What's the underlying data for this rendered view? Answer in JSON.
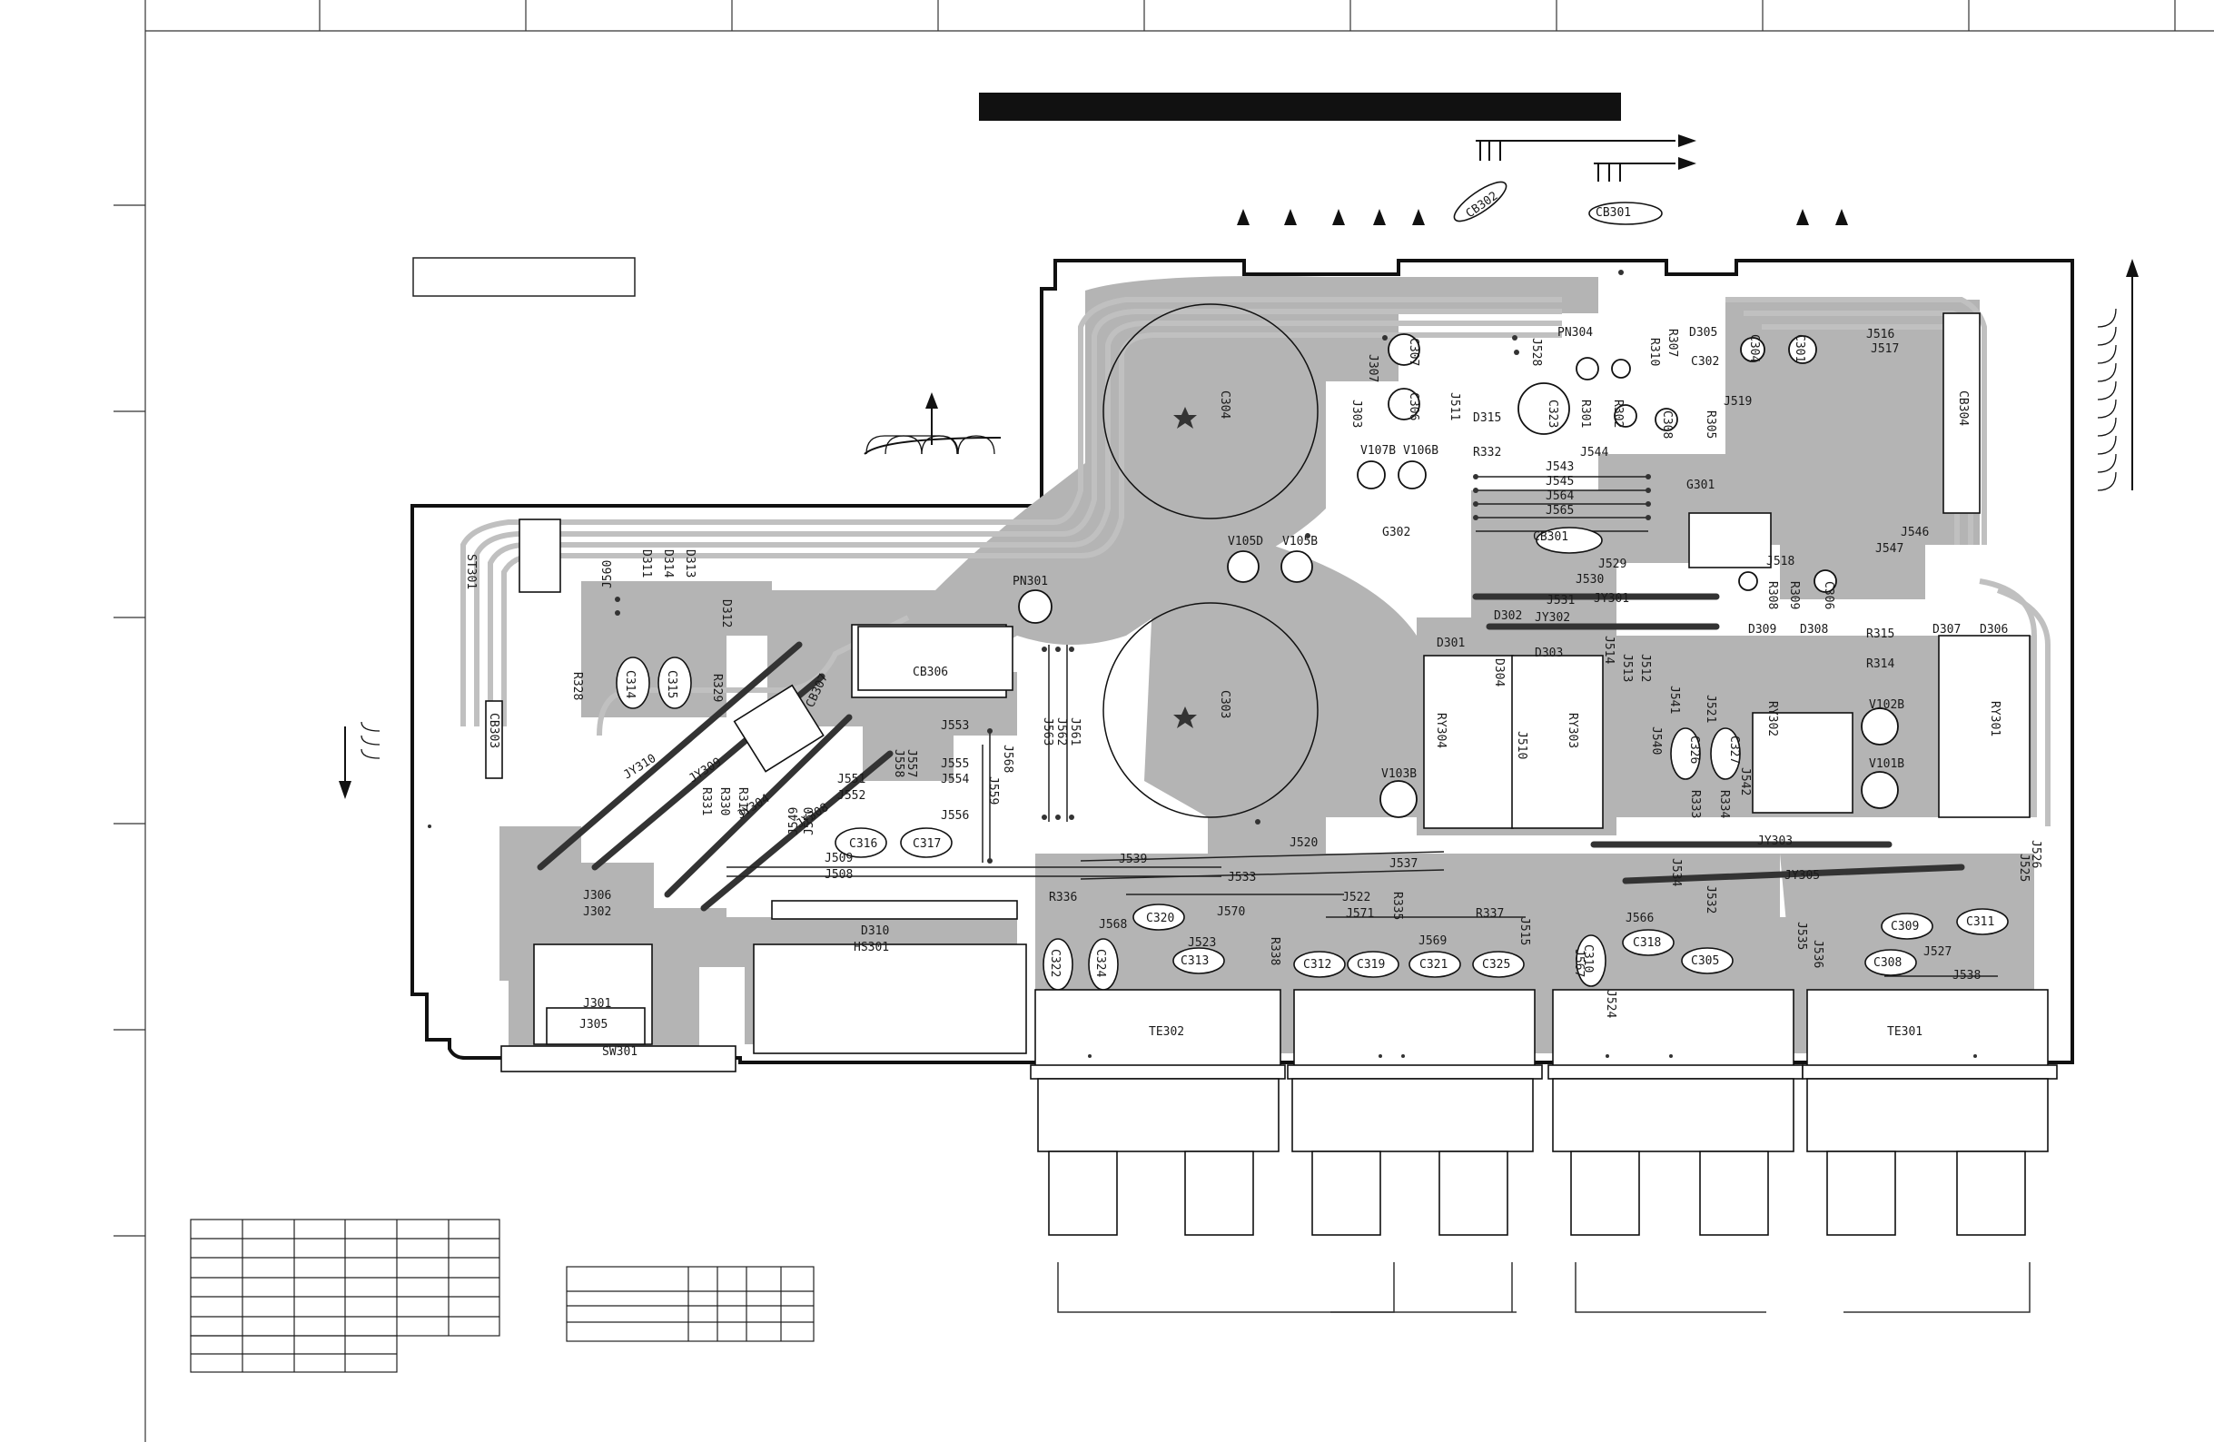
{
  "board_labels": [
    {
      "id": "st301",
      "text": "ST301"
    },
    {
      "id": "cb303",
      "text": "CB303"
    },
    {
      "id": "j560",
      "text": "J560"
    },
    {
      "id": "d311",
      "text": "D311"
    },
    {
      "id": "d314",
      "text": "D314"
    },
    {
      "id": "d313",
      "text": "D313"
    },
    {
      "id": "d312",
      "text": "D312"
    },
    {
      "id": "r328",
      "text": "R328"
    },
    {
      "id": "c314",
      "text": "C314"
    },
    {
      "id": "c315",
      "text": "C315"
    },
    {
      "id": "r329",
      "text": "R329"
    },
    {
      "id": "cb306",
      "text": "CB306"
    },
    {
      "id": "pn301",
      "text": "PN301"
    },
    {
      "id": "cb307",
      "text": "CB307"
    },
    {
      "id": "jy310",
      "text": "JY310"
    },
    {
      "id": "jy309",
      "text": "JY309"
    },
    {
      "id": "jy304",
      "text": "JY304"
    },
    {
      "id": "jy308",
      "text": "JY308"
    },
    {
      "id": "r331",
      "text": "R331"
    },
    {
      "id": "r330",
      "text": "R330"
    },
    {
      "id": "r316",
      "text": "R316"
    },
    {
      "id": "j549",
      "text": "J549"
    },
    {
      "id": "j550",
      "text": "J550"
    },
    {
      "id": "j551",
      "text": "J551"
    },
    {
      "id": "j552",
      "text": "J552"
    },
    {
      "id": "j557",
      "text": "J557"
    },
    {
      "id": "j558",
      "text": "J558"
    },
    {
      "id": "j553",
      "text": "J553"
    },
    {
      "id": "j554",
      "text": "J554"
    },
    {
      "id": "j555",
      "text": "J555"
    },
    {
      "id": "j556",
      "text": "J556"
    },
    {
      "id": "j559",
      "text": "J559"
    },
    {
      "id": "j568",
      "text": "J568"
    },
    {
      "id": "j563",
      "text": "J563"
    },
    {
      "id": "j562",
      "text": "J562"
    },
    {
      "id": "j561",
      "text": "J561"
    },
    {
      "id": "c316",
      "text": "C316"
    },
    {
      "id": "c317",
      "text": "C317"
    },
    {
      "id": "j509",
      "text": "J509"
    },
    {
      "id": "j508",
      "text": "J508"
    },
    {
      "id": "j306",
      "text": "J306"
    },
    {
      "id": "j302",
      "text": "J302"
    },
    {
      "id": "j301",
      "text": "J301"
    },
    {
      "id": "j305",
      "text": "J305"
    },
    {
      "id": "sw301",
      "text": "SW301"
    },
    {
      "id": "d310",
      "text": "D310"
    },
    {
      "id": "hs301",
      "text": "HS301"
    },
    {
      "id": "c304",
      "text": "C304"
    },
    {
      "id": "c303",
      "text": "C303"
    },
    {
      "id": "v105d",
      "text": "V105D"
    },
    {
      "id": "v105b",
      "text": "V105B"
    },
    {
      "id": "g302",
      "text": "G302"
    },
    {
      "id": "j307",
      "text": "J307"
    },
    {
      "id": "j303",
      "text": "J303"
    },
    {
      "id": "c307",
      "text": "C307"
    },
    {
      "id": "c306",
      "text": "C306"
    },
    {
      "id": "j511",
      "text": "J511"
    },
    {
      "id": "cb302",
      "text": "CB302"
    },
    {
      "id": "cb301",
      "text": "CB301"
    },
    {
      "id": "j528",
      "text": "J528"
    },
    {
      "id": "pn304",
      "text": "PN304"
    },
    {
      "id": "c323",
      "text": "C323"
    },
    {
      "id": "r301",
      "text": "R301"
    },
    {
      "id": "r302",
      "text": "R302"
    },
    {
      "id": "d315",
      "text": "D315"
    },
    {
      "id": "r332",
      "text": "R332"
    },
    {
      "id": "v107b",
      "text": "V107B"
    },
    {
      "id": "v106b",
      "text": "V106B"
    },
    {
      "id": "j544",
      "text": "J544"
    },
    {
      "id": "j543",
      "text": "J543"
    },
    {
      "id": "j545",
      "text": "J545"
    },
    {
      "id": "j564",
      "text": "J564"
    },
    {
      "id": "j565",
      "text": "J565"
    },
    {
      "id": "r310",
      "text": "R310"
    },
    {
      "id": "r307",
      "text": "R307"
    },
    {
      "id": "d305",
      "text": "D305"
    },
    {
      "id": "c302",
      "text": "C302"
    },
    {
      "id": "c304b",
      "text": "C304"
    },
    {
      "id": "c301",
      "text": "C301"
    },
    {
      "id": "c308",
      "text": "C308"
    },
    {
      "id": "r305",
      "text": "R305"
    },
    {
      "id": "j519",
      "text": "J519"
    },
    {
      "id": "j516",
      "text": "J516"
    },
    {
      "id": "j517",
      "text": "J517"
    },
    {
      "id": "cb304",
      "text": "CB304"
    },
    {
      "id": "g301",
      "text": "G301"
    },
    {
      "id": "cb301b",
      "text": "CB301"
    },
    {
      "id": "j529",
      "text": "J529"
    },
    {
      "id": "j530",
      "text": "J530"
    },
    {
      "id": "j531",
      "text": "J531"
    },
    {
      "id": "jy301",
      "text": "JY301"
    },
    {
      "id": "d302",
      "text": "D302"
    },
    {
      "id": "jy302",
      "text": "JY302"
    },
    {
      "id": "d301",
      "text": "D301"
    },
    {
      "id": "d303",
      "text": "D303"
    },
    {
      "id": "d304",
      "text": "D304"
    },
    {
      "id": "j514",
      "text": "J514"
    },
    {
      "id": "j513",
      "text": "J513"
    },
    {
      "id": "j512",
      "text": "J512"
    },
    {
      "id": "ry304",
      "text": "RY304"
    },
    {
      "id": "j510",
      "text": "J510"
    },
    {
      "id": "ry303",
      "text": "RY303"
    },
    {
      "id": "v103b",
      "text": "V103B"
    },
    {
      "id": "j546",
      "text": "J546"
    },
    {
      "id": "j547",
      "text": "J547"
    },
    {
      "id": "j518",
      "text": "J518"
    },
    {
      "id": "r308",
      "text": "R308"
    },
    {
      "id": "r309",
      "text": "R309"
    },
    {
      "id": "c306b",
      "text": "C306"
    },
    {
      "id": "d309",
      "text": "D309"
    },
    {
      "id": "d308",
      "text": "D308"
    },
    {
      "id": "r315",
      "text": "R315"
    },
    {
      "id": "d307",
      "text": "D307"
    },
    {
      "id": "d306",
      "text": "D306"
    },
    {
      "id": "r314",
      "text": "R314"
    },
    {
      "id": "v102b",
      "text": "V102B"
    },
    {
      "id": "v101b",
      "text": "V101B"
    },
    {
      "id": "ry302",
      "text": "RY302"
    },
    {
      "id": "ry301",
      "text": "RY301"
    },
    {
      "id": "j541",
      "text": "J541"
    },
    {
      "id": "j540",
      "text": "J540"
    },
    {
      "id": "c326",
      "text": "C326"
    },
    {
      "id": "c327",
      "text": "C327"
    },
    {
      "id": "j521",
      "text": "J521"
    },
    {
      "id": "j542",
      "text": "J542"
    },
    {
      "id": "r333",
      "text": "R333"
    },
    {
      "id": "r334",
      "text": "R334"
    },
    {
      "id": "j520",
      "text": "J520"
    },
    {
      "id": "j539",
      "text": "J539"
    },
    {
      "id": "j537",
      "text": "J537"
    },
    {
      "id": "j533",
      "text": "J533"
    },
    {
      "id": "jy303",
      "text": "JY303"
    },
    {
      "id": "jy305",
      "text": "JY305"
    },
    {
      "id": "j526",
      "text": "J526"
    },
    {
      "id": "j525",
      "text": "J525"
    },
    {
      "id": "j534",
      "text": "J534"
    },
    {
      "id": "j532",
      "text": "J532"
    },
    {
      "id": "r336",
      "text": "R336"
    },
    {
      "id": "c320",
      "text": "C320"
    },
    {
      "id": "j570",
      "text": "J570"
    },
    {
      "id": "j522",
      "text": "J522"
    },
    {
      "id": "j571",
      "text": "J571"
    },
    {
      "id": "r335",
      "text": "R335"
    },
    {
      "id": "r337",
      "text": "R337"
    },
    {
      "id": "j568b",
      "text": "J568"
    },
    {
      "id": "j523",
      "text": "J523"
    },
    {
      "id": "r338",
      "text": "R338"
    },
    {
      "id": "j569",
      "text": "J569"
    },
    {
      "id": "c322",
      "text": "C322"
    },
    {
      "id": "c324",
      "text": "C324"
    },
    {
      "id": "c313",
      "text": "C313"
    },
    {
      "id": "c312",
      "text": "C312"
    },
    {
      "id": "c319",
      "text": "C319"
    },
    {
      "id": "c321",
      "text": "C321"
    },
    {
      "id": "c325",
      "text": "C325"
    },
    {
      "id": "j515",
      "text": "J515"
    },
    {
      "id": "j566",
      "text": "J566"
    },
    {
      "id": "j567",
      "text": "J567"
    },
    {
      "id": "c310",
      "text": "C310"
    },
    {
      "id": "c318",
      "text": "C318"
    },
    {
      "id": "c305",
      "text": "C305"
    },
    {
      "id": "j524",
      "text": "J524"
    },
    {
      "id": "j535",
      "text": "J535"
    },
    {
      "id": "j536",
      "text": "J536"
    },
    {
      "id": "c309",
      "text": "C309"
    },
    {
      "id": "c311",
      "text": "C311"
    },
    {
      "id": "j527",
      "text": "J527"
    },
    {
      "id": "c308b",
      "text": "C308"
    },
    {
      "id": "j538",
      "text": "J538"
    },
    {
      "id": "te302",
      "text": "TE302"
    },
    {
      "id": "te301",
      "text": "TE301"
    }
  ],
  "colors": {
    "copper": "#b4b4b4",
    "trace_light": "#c8c8c8",
    "outline": "#111111",
    "title_bar": "#111111"
  }
}
